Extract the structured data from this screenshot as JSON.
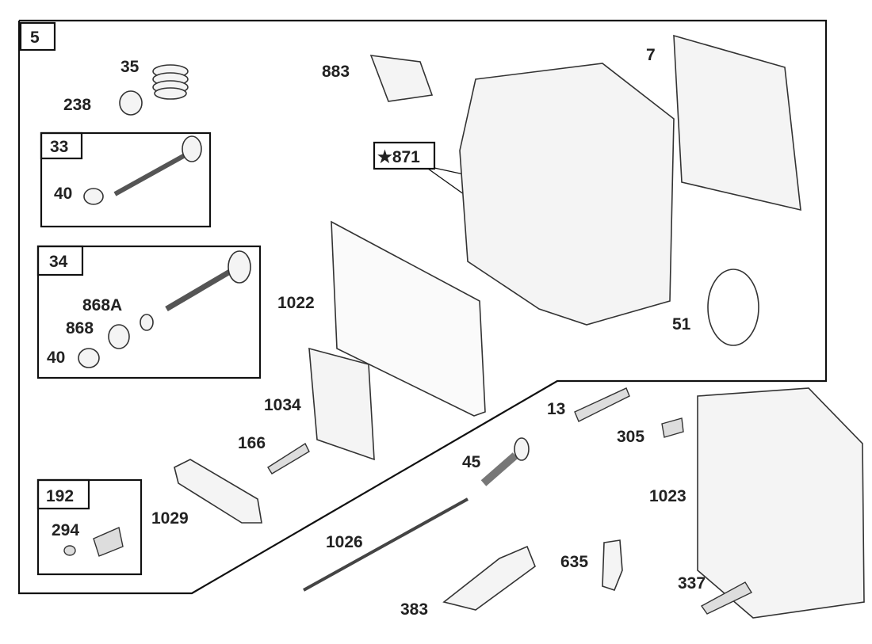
{
  "diagram": {
    "group_box": "5",
    "sub_boxes": {
      "valve_exhaust": "33",
      "valve_intake": "34",
      "breather": "192"
    },
    "callout_starred": "★871",
    "labels": {
      "spring": "35",
      "retainer": "238",
      "gasket_intake": "883",
      "gasket_head": "7",
      "seal_33": "40",
      "cap_868a": "868A",
      "seal_868": "868",
      "seal_34": "40",
      "gasket_cover": "1022",
      "oring": "51",
      "plate": "1034",
      "bolt": "13",
      "screw": "305",
      "stud": "166",
      "cap": "45",
      "cover": "1023",
      "valve_294": "294",
      "rocker": "1029",
      "pushrod": "1026",
      "fitting": "635",
      "spark_plug": "337",
      "tool": "383"
    }
  }
}
